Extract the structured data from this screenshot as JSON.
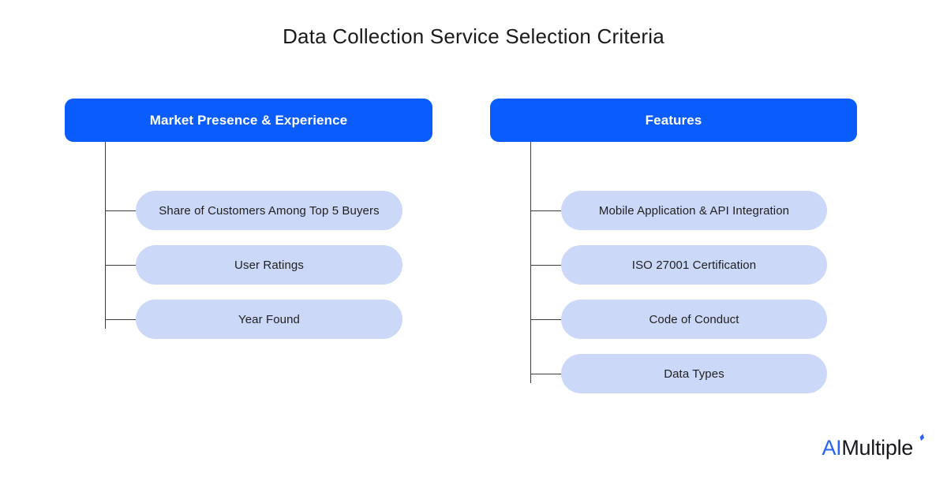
{
  "page": {
    "title": "Data Collection Service Selection Criteria",
    "background_color": "#ffffff"
  },
  "theme": {
    "header_blue": "#0b5cfc",
    "node_lavender": "#ccd8f7",
    "connector_gray": "#3d3d3d",
    "title_color": "#1a1a1a",
    "logo_blue": "#2563f5",
    "logo_dark": "#16181d"
  },
  "branches": [
    {
      "id": "market-presence-experience",
      "header": "Market Presence & Experience",
      "nodes": [
        {
          "label": "Share of Customers Among Top 5 Buyers"
        },
        {
          "label": "User Ratings"
        },
        {
          "label": "Year Found"
        }
      ]
    },
    {
      "id": "features",
      "header": "Features",
      "nodes": [
        {
          "label": "Mobile Application & API Integration"
        },
        {
          "label": "ISO 27001 Certification"
        },
        {
          "label": "Code of Conduct"
        },
        {
          "label": "Data Types"
        }
      ]
    }
  ],
  "logo": {
    "prefix": "AI",
    "suffix": "Multiple",
    "mark": "spark-icon"
  }
}
